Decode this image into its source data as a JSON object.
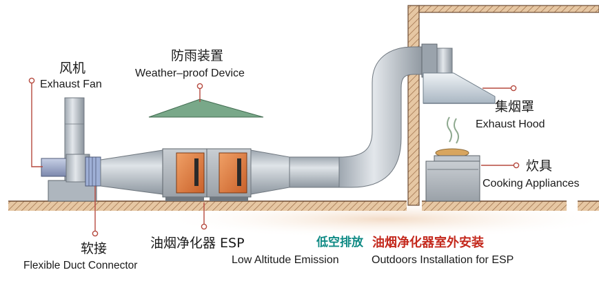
{
  "labels": {
    "fan_zh": "风机",
    "fan_en": "Exhaust Fan",
    "weather_zh": "防雨装置",
    "weather_en": "Weather–proof Device",
    "hood_zh": "集烟罩",
    "hood_en": "Exhaust Hood",
    "cooking_zh": "炊具",
    "cooking_en": "Cooking Appliances",
    "connector_zh": "软接",
    "connector_en": "Flexible Duct Connector",
    "esp_zh": "油烟净化器 ESP",
    "low_alt_zh": "低空排放",
    "low_alt_en": "Low Altitude Emission",
    "outdoor_zh": "油烟净化器室外安装",
    "outdoor_en": "Outdoors Installation for ESP"
  },
  "colors": {
    "duct": "#b9c1c9",
    "ground": "#b07a52",
    "wall": "#b98760",
    "roof_cover": "#6fa07f",
    "esp_panel": "#d9793a",
    "teal_text": "#0f8a84",
    "red_text": "#c42a1e",
    "leader": "#b5483d"
  }
}
